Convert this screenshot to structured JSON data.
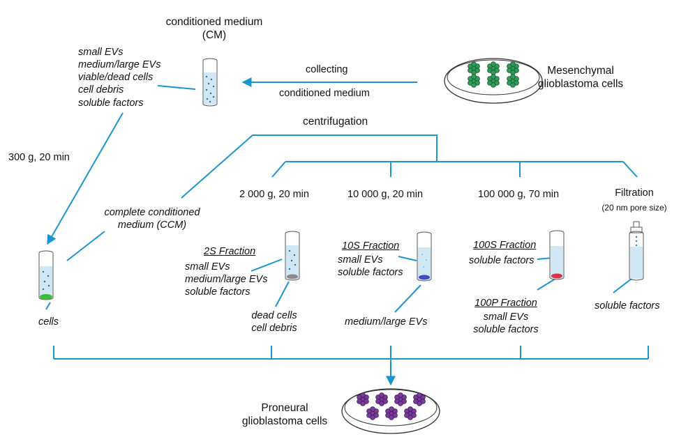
{
  "labels": {
    "cm_title_1": "conditioned medium",
    "cm_title_2": "(CM)",
    "cm_contents": [
      "small EVs",
      "medium/large EVs",
      "viable/dead cells",
      "cell debris",
      "soluble factors"
    ],
    "collecting": "collecting",
    "conditioned_medium": "conditioned medium",
    "mes_1": "Mesenchymal",
    "mes_2": "glioblastoma cells",
    "centrifugation": "centrifugation",
    "spin_300": "300 g, 20 min",
    "ccm_1": "complete conditioned",
    "ccm_2": "medium (CCM)",
    "cells": "cells",
    "spin_2000": "2 000 g, 20 min",
    "spin_10000": "10 000 g, 20 min",
    "spin_100000": "100 000 g, 70 min",
    "filtration": "Filtration",
    "pore": "(20 nm pore size)",
    "frac_2s": "2S Fraction",
    "frac_2s_contents": [
      "small EVs",
      "medium/large EVs",
      "soluble factors"
    ],
    "dead_cells": "dead cells",
    "cell_debris": "cell debris",
    "frac_10s": "10S Fraction",
    "frac_10s_contents": [
      "small EVs",
      "soluble factors"
    ],
    "medium_large_evs": "medium/large EVs",
    "frac_100s": "100S Fraction",
    "frac_100s_contents": [
      "soluble factors"
    ],
    "frac_100p": "100P Fraction",
    "frac_100p_contents": [
      "small EVs",
      "soluble factors"
    ],
    "filt_contents": "soluble factors",
    "pro_1": "Proneural",
    "pro_2": "glioblastoma cells"
  },
  "colors": {
    "line": "#1b95cf",
    "tube_fill": "#cfe8f4",
    "mes_cells": "#2f9c57",
    "pro_cells": "#7a3b9c",
    "pellet_green": "#3bbd3b",
    "pellet_grey": "#8a8a8a",
    "pellet_blue": "#3c4fc4",
    "pellet_red": "#e0304a"
  }
}
